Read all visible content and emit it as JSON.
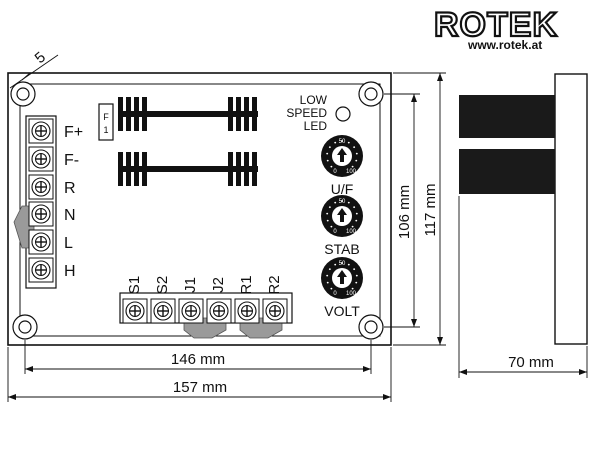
{
  "brand": {
    "logo_text": "ROTEK",
    "website": "www.rotek.at"
  },
  "board": {
    "fuse_label": "F1",
    "led_label_lines": [
      "LOW",
      "SPEED",
      "LED"
    ],
    "terminals_left": [
      "F+",
      "F-",
      "R",
      "N",
      "L",
      "H"
    ],
    "terminals_bottom": [
      "S1",
      "S2",
      "J1",
      "J2",
      "R1",
      "R2"
    ],
    "knobs": [
      {
        "label": "U/F",
        "scale_top": "50",
        "scale_left": "0",
        "scale_right": "100"
      },
      {
        "label": "STAB",
        "scale_top": "50",
        "scale_left": "0",
        "scale_right": "100"
      },
      {
        "label": "VOLT",
        "scale_top": "50",
        "scale_left": "0",
        "scale_right": "100"
      }
    ]
  },
  "dimensions": {
    "hole_spacing_label": "146 mm",
    "overall_width_label": "157 mm",
    "hole_height_label": "106 mm",
    "overall_height_label": "117 mm",
    "depth_label": "70 mm",
    "corner_offset_label": "5"
  },
  "colors": {
    "line": "#111111",
    "jumper_gray": "#9a9a9a",
    "block_dark": "#1a1a1a"
  }
}
